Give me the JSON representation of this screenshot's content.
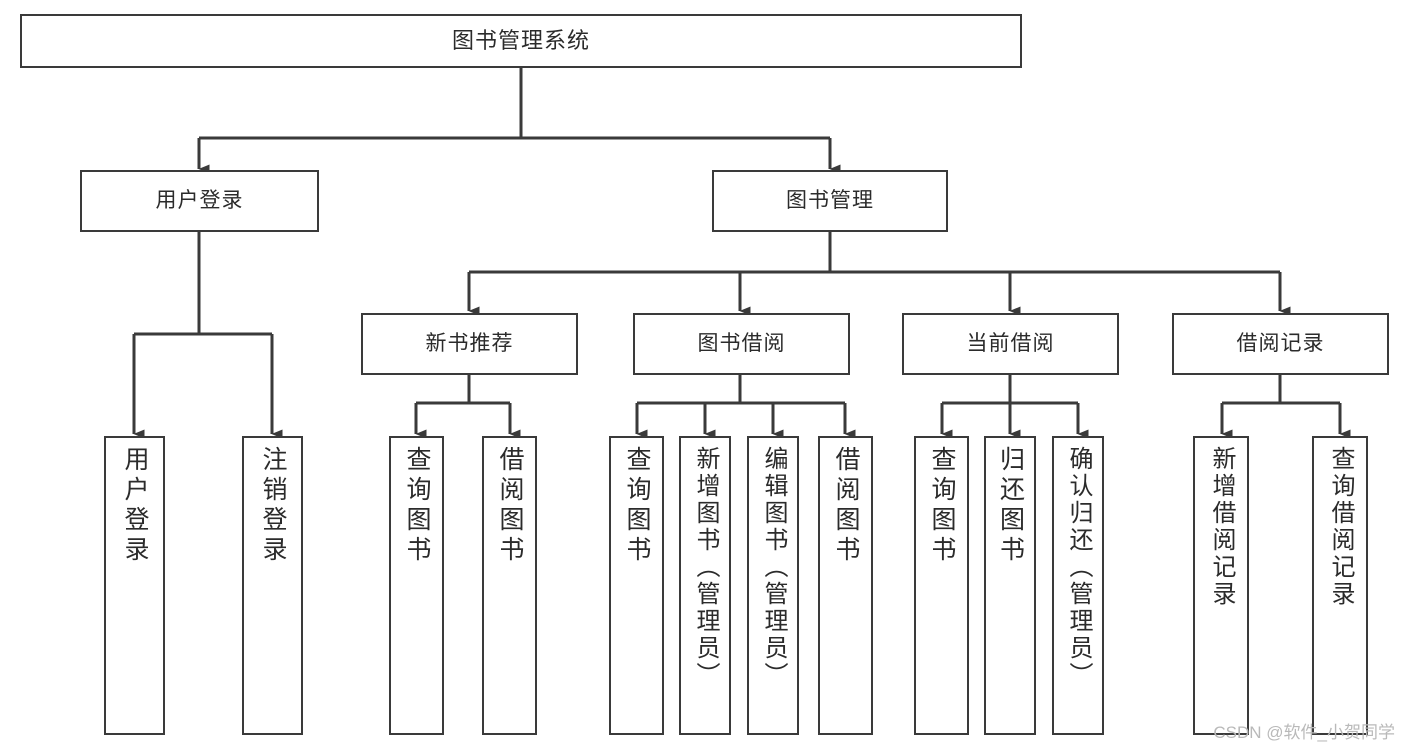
{
  "diagram": {
    "title": "图书管理系统",
    "watermark": "CSDN @软件_小贺同学",
    "nodes": {
      "root": "图书管理系统",
      "l1": [
        {
          "id": "user-login",
          "label": "用户登录"
        },
        {
          "id": "book-management",
          "label": "图书管理"
        }
      ],
      "l2": [
        {
          "id": "new-book-recommend",
          "label": "新书推荐"
        },
        {
          "id": "book-borrow",
          "label": "图书借阅"
        },
        {
          "id": "current-borrow",
          "label": "当前借阅"
        },
        {
          "id": "borrow-record",
          "label": "借阅记录"
        }
      ],
      "leaves": {
        "user_login": [
          {
            "id": "leaf-user-login",
            "label": "用户登录"
          },
          {
            "id": "leaf-logout-login",
            "label": "注销登录"
          }
        ],
        "new_book_recommend": [
          {
            "id": "leaf-query-book-1",
            "label": "查询图书"
          },
          {
            "id": "leaf-borrow-book-1",
            "label": "借阅图书"
          }
        ],
        "book_borrow": [
          {
            "id": "leaf-query-book-2",
            "label": "查询图书"
          },
          {
            "id": "leaf-add-book-admin",
            "label": "新增图书（管理员）"
          },
          {
            "id": "leaf-edit-book-admin",
            "label": "编辑图书（管理员）"
          },
          {
            "id": "leaf-borrow-book-2",
            "label": "借阅图书"
          }
        ],
        "current_borrow": [
          {
            "id": "leaf-query-book-3",
            "label": "查询图书"
          },
          {
            "id": "leaf-return-book",
            "label": "归还图书"
          },
          {
            "id": "leaf-confirm-return-admin",
            "label": "确认归还（管理员）"
          }
        ],
        "borrow_record": [
          {
            "id": "leaf-add-borrow-record",
            "label": "新增借阅记录"
          },
          {
            "id": "leaf-query-borrow-record",
            "label": "查询借阅记录"
          }
        ]
      }
    },
    "colors": {
      "stroke": "#3a3a3a",
      "fill": "#ffffff",
      "text": "#2b2b2b",
      "watermark": "#b9b9b9"
    }
  }
}
